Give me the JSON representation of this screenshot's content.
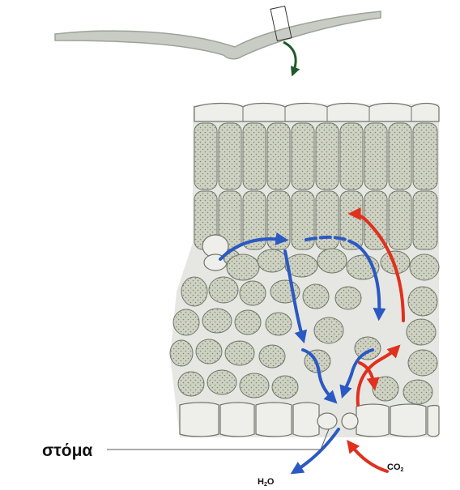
{
  "labels": {
    "stoma": "στόμα",
    "water": {
      "text": "H",
      "sub": "2",
      "tail": "O"
    },
    "co2": {
      "text": "CO",
      "sub": "2"
    }
  },
  "colors": {
    "background": "#ffffff",
    "leaf_outline": "#9aa39a",
    "leaf_fill": "#c9ccc4",
    "cell_fill": "#cfd1c3",
    "cell_stroke": "#6f7468",
    "cell_dots": "#7d8a72",
    "epidermis_fill": "#eeeeea",
    "air_space": "#e6e7e3",
    "water_arrow": "#2b59c3",
    "co2_arrow": "#e0301e",
    "zoom_arrow": "#1f5a2c"
  }
}
